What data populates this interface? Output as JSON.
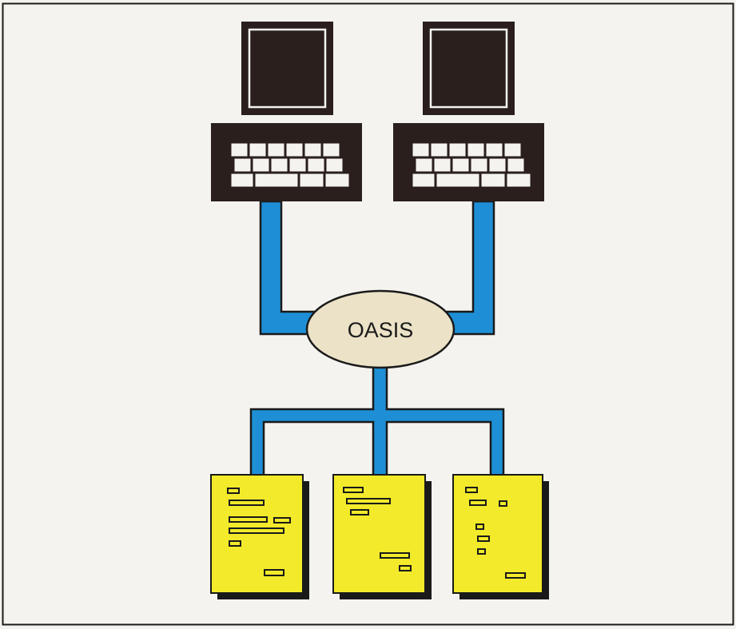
{
  "diagram": {
    "hub": {
      "label": "OASIS"
    },
    "terminals": [
      {
        "id": "terminal-1",
        "parts": [
          "monitor",
          "keyboard"
        ]
      },
      {
        "id": "terminal-2",
        "parts": [
          "monitor",
          "keyboard"
        ]
      }
    ],
    "documents": [
      {
        "id": "document-1"
      },
      {
        "id": "document-2"
      },
      {
        "id": "document-3"
      }
    ]
  },
  "colors": {
    "background": "#f4f3ef",
    "frame": "#1a1a1a",
    "device_body": "#2a1f1d",
    "key": "#f4f3ef",
    "connector": "#1e8fd6",
    "hub_fill": "#ebe2c7",
    "document_fill": "#f2ea2a",
    "document_shadow": "#1a1a1a"
  }
}
